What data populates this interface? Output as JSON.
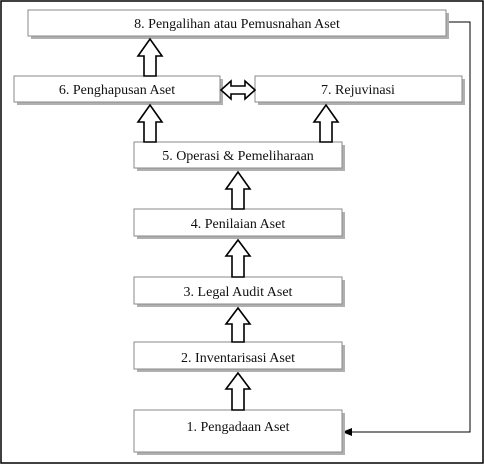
{
  "diagram": {
    "steps": [
      {
        "id": 1,
        "label": "1.  Pengadaan  Aset"
      },
      {
        "id": 2,
        "label": "2.  Inventarisasi  Aset"
      },
      {
        "id": 3,
        "label": "3.  Legal  Audit  Aset"
      },
      {
        "id": 4,
        "label": "4.  Penilaian  Aset"
      },
      {
        "id": 5,
        "label": "5.  Operasi & Pemeliharaan"
      },
      {
        "id": 6,
        "label": "6.  Penghapusan  Aset"
      },
      {
        "id": 7,
        "label": "7.   Rejuvinasi"
      },
      {
        "id": 8,
        "label": "8.   Pengalihan  atau Pemusnahan  Aset"
      }
    ],
    "flows": [
      {
        "from": 1,
        "to": 2,
        "style": "block-arrow"
      },
      {
        "from": 2,
        "to": 3,
        "style": "block-arrow"
      },
      {
        "from": 3,
        "to": 4,
        "style": "block-arrow"
      },
      {
        "from": 4,
        "to": 5,
        "style": "block-arrow"
      },
      {
        "from": 5,
        "to": 6,
        "style": "block-arrow"
      },
      {
        "from": 5,
        "to": 7,
        "style": "block-arrow"
      },
      {
        "from": 6,
        "to": 8,
        "style": "block-arrow"
      },
      {
        "from": 6,
        "to": 7,
        "style": "double-block-arrow"
      },
      {
        "from": 8,
        "to": 1,
        "style": "line-arrow"
      }
    ],
    "colors": {
      "line": "#000000",
      "box_border": "#8a8a8a",
      "box_shadow": "#b0b0b0",
      "background": "#ffffff"
    }
  }
}
